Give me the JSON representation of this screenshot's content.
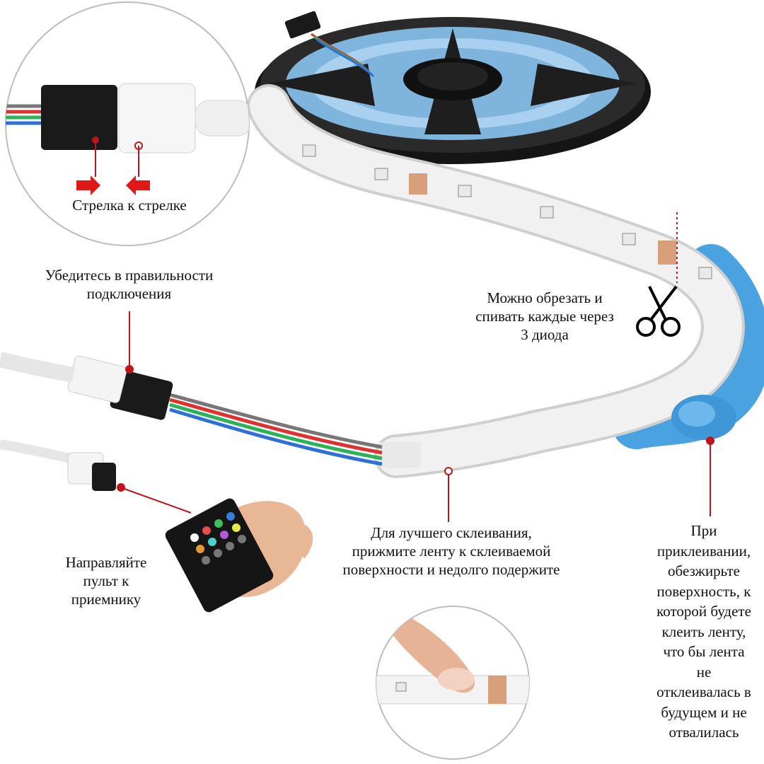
{
  "captions": {
    "arrow_to_arrow": [
      "Стрелка к стрелке"
    ],
    "check_connection": [
      "Убедитесь в правильности",
      "подключения"
    ],
    "cut_every": [
      "Можно обрезать и",
      "спивать каждые через",
      "3 диода"
    ],
    "better_adhesion": [
      "Для лучшего склеивания,",
      "прижмите ленту к склеиваемой",
      "поверхности и недолго подержите"
    ],
    "degrease": [
      "При",
      "приклеивании,",
      "обезжирьте",
      "поверхность, к",
      "которой будете",
      "клеить ленту,",
      "что бы лента",
      "не",
      "отклеивалась в",
      "будущем и не",
      "отвалилась"
    ],
    "point_remote": [
      "Направляйте",
      "пульт к",
      "приемнику"
    ]
  },
  "colors": {
    "accent_red": "#c0141c",
    "strip_blue": "#4aa3e0",
    "strip_white": "#eeeeee",
    "reel_black": "#1c1c1c"
  },
  "icons": [
    "scissors-icon",
    "remote-control-icon",
    "finger-icon"
  ]
}
